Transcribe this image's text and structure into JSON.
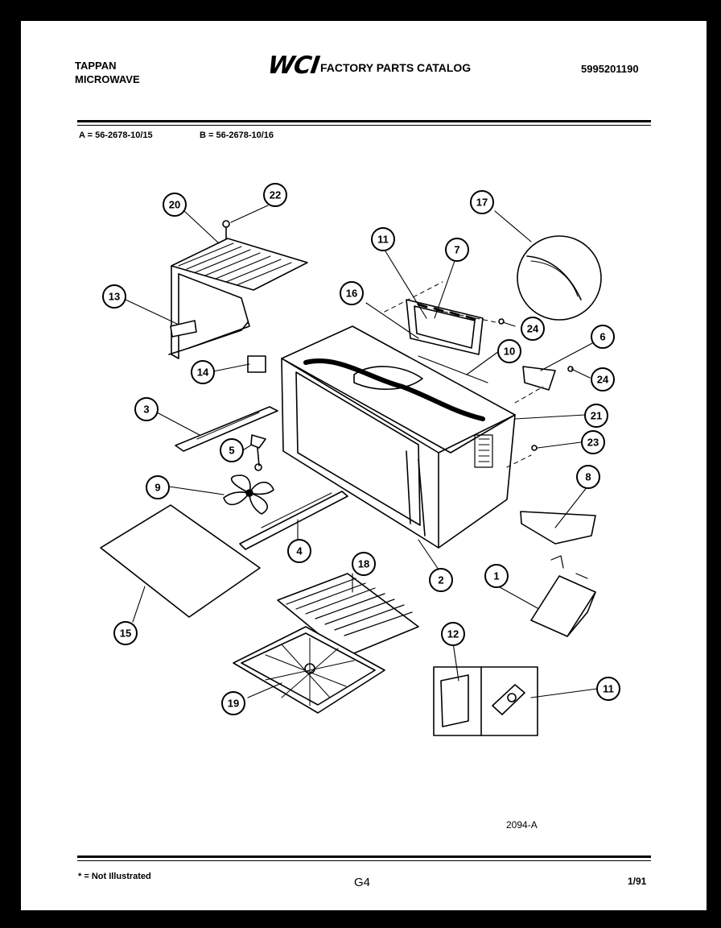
{
  "header": {
    "brand": "TAPPAN",
    "product": "MICROWAVE",
    "logo": "WCI",
    "catalog_title": "FACTORY PARTS CATALOG",
    "catalog_number": "5995201190"
  },
  "models": {
    "a": "A = 56-2678-10/15",
    "b": "B = 56-2678-10/16"
  },
  "callouts": [
    "1",
    "2",
    "3",
    "4",
    "5",
    "6",
    "7",
    "8",
    "9",
    "10",
    "11",
    "12",
    "13",
    "14",
    "15",
    "16",
    "17",
    "18",
    "19",
    "20",
    "21",
    "22",
    "23",
    "24"
  ],
  "diagram_code": "2094-A",
  "footer": {
    "note": "* = Not Illustrated",
    "page": "G4",
    "date": "1/91"
  }
}
